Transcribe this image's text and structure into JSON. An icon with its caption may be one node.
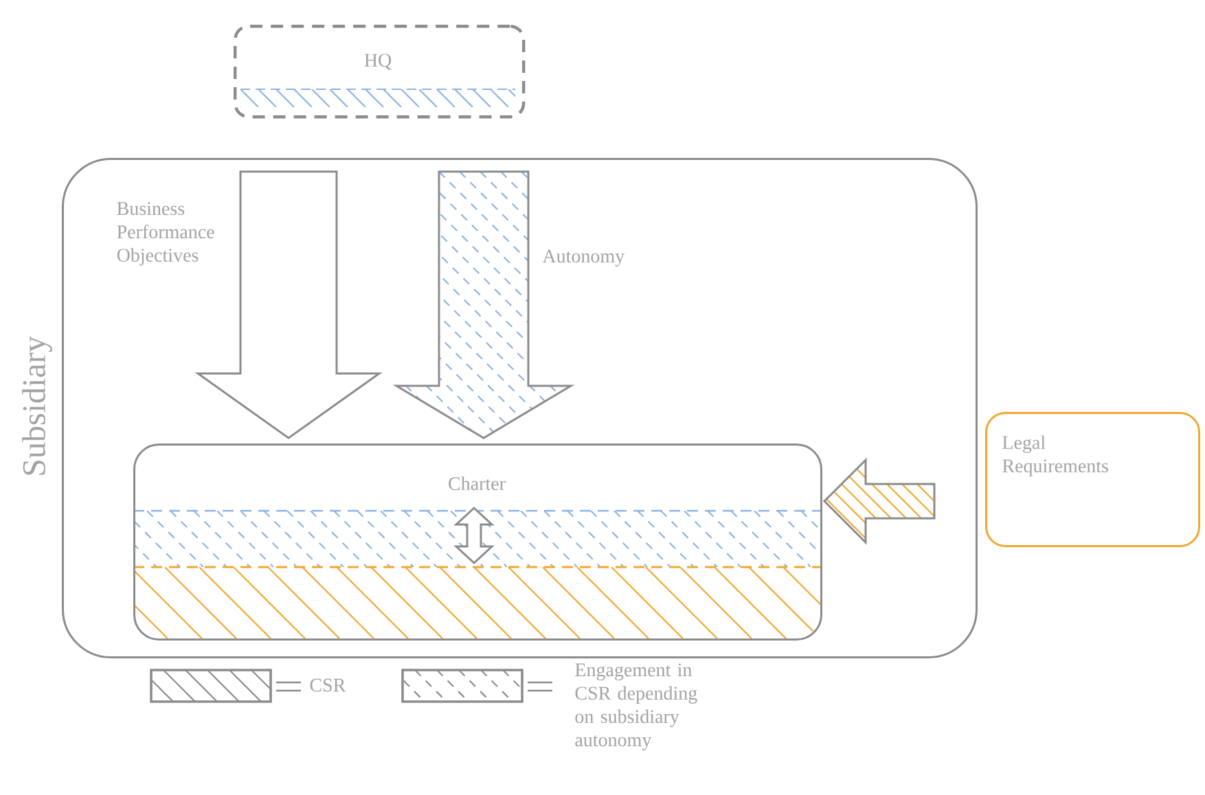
{
  "diagram": {
    "nodes": [
      {
        "text": [
          "HQ"
        ]
      },
      {
        "text": [
          "Subsidiary"
        ]
      },
      {
        "text": [
          "Charter"
        ],
        "in": 1
      },
      {
        "text": [
          "Legal Requirements"
        ]
      }
    ],
    "edges": [
      {
        "from": 0,
        "to": 2,
        "arrow": "to",
        "label": "Business Performance Objectives"
      },
      {
        "from": 0,
        "to": 2,
        "arrow": "to",
        "label": "Autonomy"
      },
      {
        "from": 3,
        "to": 2,
        "arrow": "to"
      }
    ],
    "legend": [
      {
        "text": "CSR"
      },
      {
        "text": "Engagement in CSR depending on subsidiary autonomy"
      }
    ]
  }
}
